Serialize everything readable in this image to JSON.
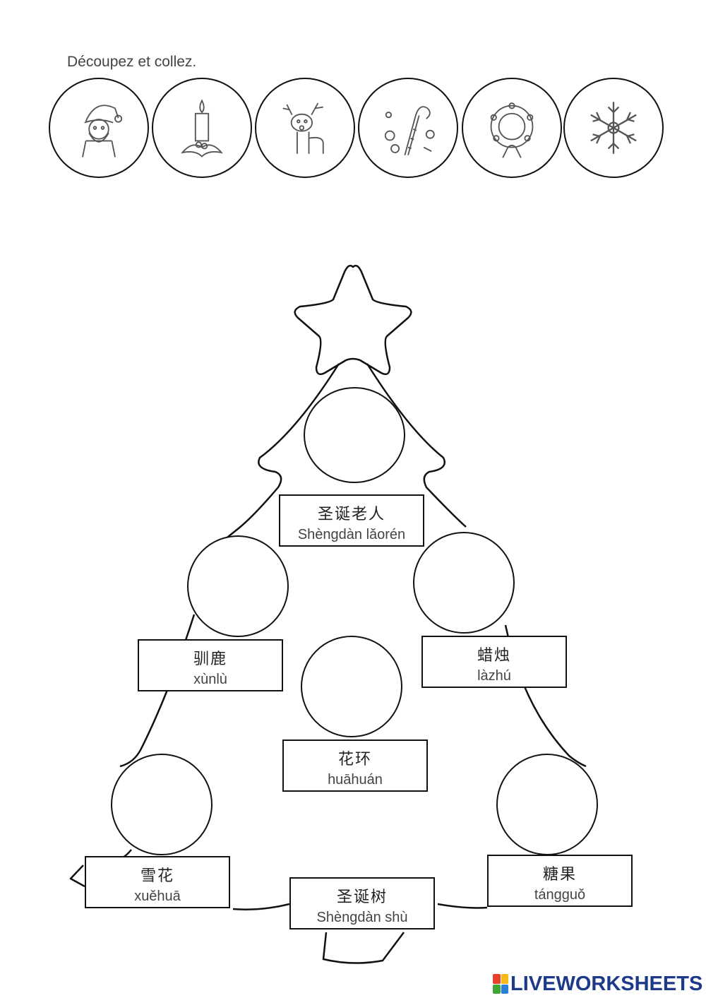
{
  "instruction": "Découpez et collez.",
  "stickers": [
    {
      "icon": "santa-icon"
    },
    {
      "icon": "candle-icon"
    },
    {
      "icon": "reindeer-icon"
    },
    {
      "icon": "candy-icon"
    },
    {
      "icon": "wreath-icon"
    },
    {
      "icon": "snowflake-icon"
    }
  ],
  "labels": {
    "santa": {
      "hanzi": "圣诞老人",
      "pinyin": "Shèngdàn lǎorén"
    },
    "reindeer": {
      "hanzi": "驯鹿",
      "pinyin": "xùnlù"
    },
    "candle": {
      "hanzi": "蜡烛",
      "pinyin": "làzhú"
    },
    "wreath": {
      "hanzi": "花环",
      "pinyin": "huāhuán"
    },
    "snowflake": {
      "hanzi": "雪花",
      "pinyin": "xuěhuā"
    },
    "tree": {
      "hanzi": "圣诞树",
      "pinyin": "Shèngdàn shù"
    },
    "candy": {
      "hanzi": "糖果",
      "pinyin": "tángguǒ"
    }
  },
  "brand": {
    "name": "LIVEWORKSHEETS",
    "colors": [
      "#e8412b",
      "#f6b91a",
      "#3fa535",
      "#2a7fd6"
    ]
  }
}
